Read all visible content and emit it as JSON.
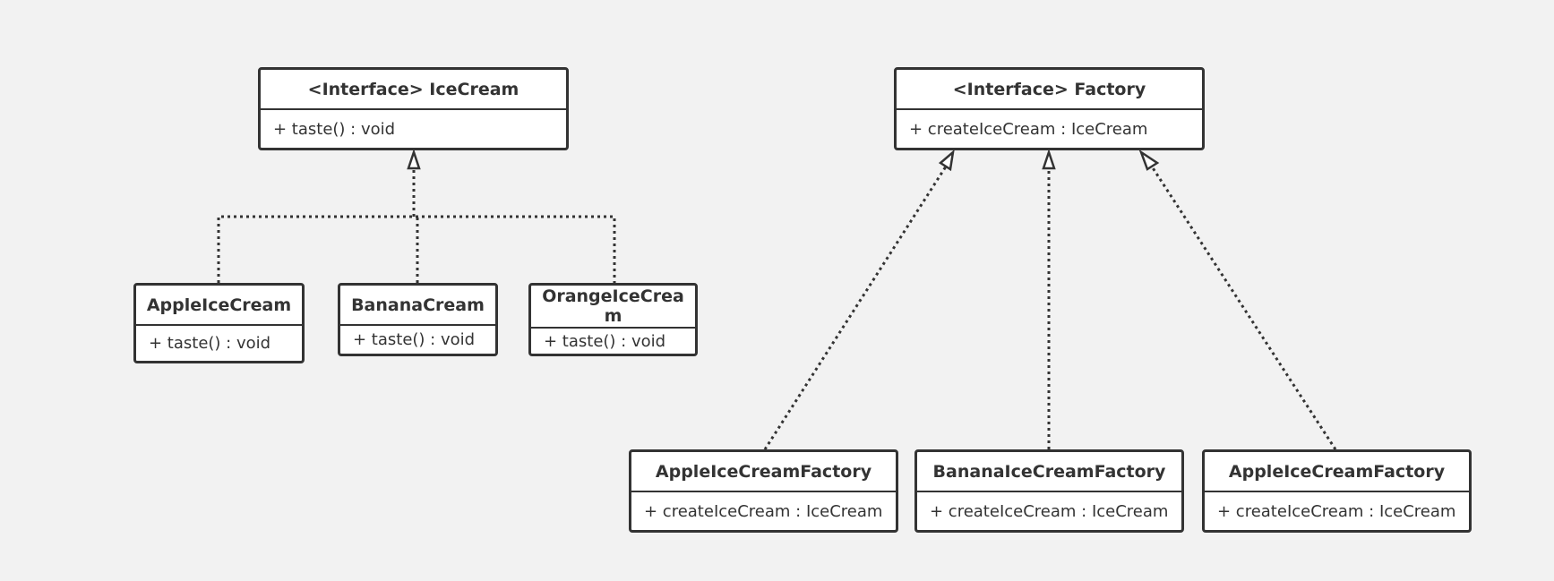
{
  "classes": {
    "icecream": {
      "name": "<Interface> IceCream",
      "op": "+ taste() : void"
    },
    "apple_icecream": {
      "name": "AppleIceCream",
      "op": "+ taste() : void"
    },
    "banana_cream": {
      "name": "BananaCream",
      "op": "+ taste() : void"
    },
    "orange_icecream": {
      "name": "OrangeIceCrea\nm",
      "op": "+ taste() : void"
    },
    "factory": {
      "name": "<Interface> Factory",
      "op": "+ createIceCream : IceCream"
    },
    "apple_factory": {
      "name": "AppleIceCreamFactory",
      "op": "+ createIceCream : IceCream"
    },
    "banana_factory": {
      "name": "BananaIceCreamFactory",
      "op": "+ createIceCream : IceCream"
    },
    "apple_factory_2": {
      "name": "AppleIceCreamFactory",
      "op": "+ createIceCream : IceCream"
    }
  },
  "colors": {
    "background": "#f2f2f2",
    "stroke": "#333333",
    "fill": "#ffffff"
  }
}
